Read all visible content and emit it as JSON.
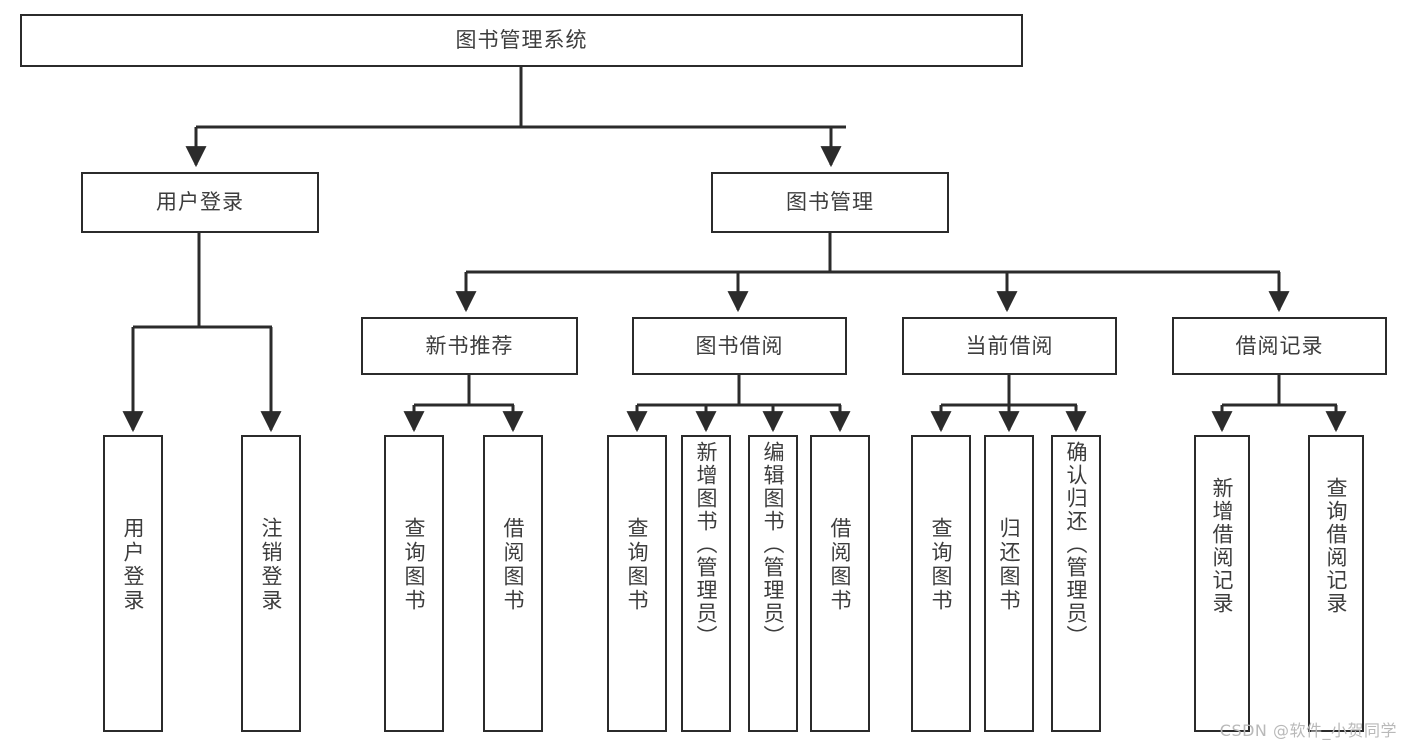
{
  "diagram": {
    "type": "tree",
    "title": "图书管理系统",
    "root": {
      "id": "root",
      "label": "图书管理系统"
    },
    "level2": [
      {
        "id": "user-login",
        "label": "用户登录"
      },
      {
        "id": "book-manage",
        "label": "图书管理"
      }
    ],
    "level3": [
      {
        "id": "new-book-recommend",
        "label": "新书推荐",
        "parent": "book-manage"
      },
      {
        "id": "book-borrow",
        "label": "图书借阅",
        "parent": "book-manage"
      },
      {
        "id": "current-borrow",
        "label": "当前借阅",
        "parent": "book-manage"
      },
      {
        "id": "borrow-record",
        "label": "借阅记录",
        "parent": "book-manage"
      }
    ],
    "leaves": [
      {
        "id": "leaf-user-login",
        "label": "用户登录",
        "parent": "user-login"
      },
      {
        "id": "leaf-user-logout",
        "label": "注销登录",
        "parent": "user-login"
      },
      {
        "id": "leaf-query-book-1",
        "label": "查询图书",
        "parent": "new-book-recommend"
      },
      {
        "id": "leaf-borrow-book-1",
        "label": "借阅图书",
        "parent": "new-book-recommend"
      },
      {
        "id": "leaf-query-book-2",
        "label": "查询图书",
        "parent": "book-borrow"
      },
      {
        "id": "leaf-add-book",
        "label": "新增图书（管理员）",
        "parent": "book-borrow"
      },
      {
        "id": "leaf-edit-book",
        "label": "编辑图书（管理员）",
        "parent": "book-borrow"
      },
      {
        "id": "leaf-borrow-book-2",
        "label": "借阅图书",
        "parent": "book-borrow"
      },
      {
        "id": "leaf-query-book-3",
        "label": "查询图书",
        "parent": "current-borrow"
      },
      {
        "id": "leaf-return-book",
        "label": "归还图书",
        "parent": "current-borrow"
      },
      {
        "id": "leaf-confirm-return",
        "label": "确认归还（管理员）",
        "parent": "current-borrow"
      },
      {
        "id": "leaf-add-record",
        "label": "新增借阅记录",
        "parent": "borrow-record"
      },
      {
        "id": "leaf-query-record",
        "label": "查询借阅记录",
        "parent": "borrow-record"
      }
    ],
    "colors": {
      "background": "#ffffff",
      "box_border": "#2b2b2b",
      "box_fill": "#ffffff",
      "text": "#3d3d3d",
      "connector": "#2b2b2b",
      "watermark": "#b9b9b9"
    }
  },
  "watermark": {
    "text": "CSDN @软件_小贺同学"
  }
}
